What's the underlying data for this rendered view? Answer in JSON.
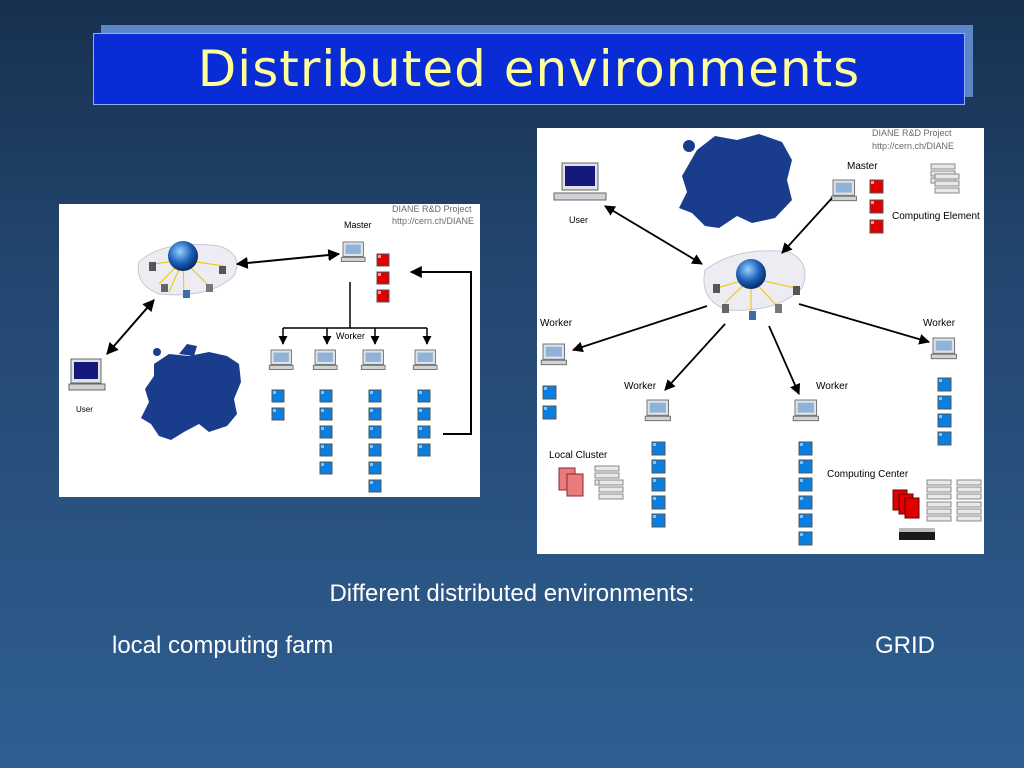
{
  "slide": {
    "title": "Distributed environments"
  },
  "captions": {
    "main": "Different distributed environments:",
    "left": "local computing farm",
    "right": "GRID"
  },
  "local_diagram": {
    "project_line1": "DIANE R&D Project",
    "project_line2": "http://cern.ch/DIANE",
    "master_label": "Master",
    "worker_label": "Worker",
    "user_label": "User"
  },
  "grid_diagram": {
    "project_line1": "DIANE R&D Project",
    "project_line2": "http://cern.ch/DIANE",
    "master_label": "Master",
    "computing_element_label": "Computing Element",
    "user_label": "User",
    "worker_label": "Worker",
    "local_cluster_label": "Local Cluster",
    "computing_center_label": "Computing Center"
  },
  "colors": {
    "title_bg": "#0a2cd6",
    "title_text": "#ffff99",
    "task_queue": "#e00000",
    "worker_queue": "#0a7fe0",
    "europe_map": "#1a3c8c"
  }
}
